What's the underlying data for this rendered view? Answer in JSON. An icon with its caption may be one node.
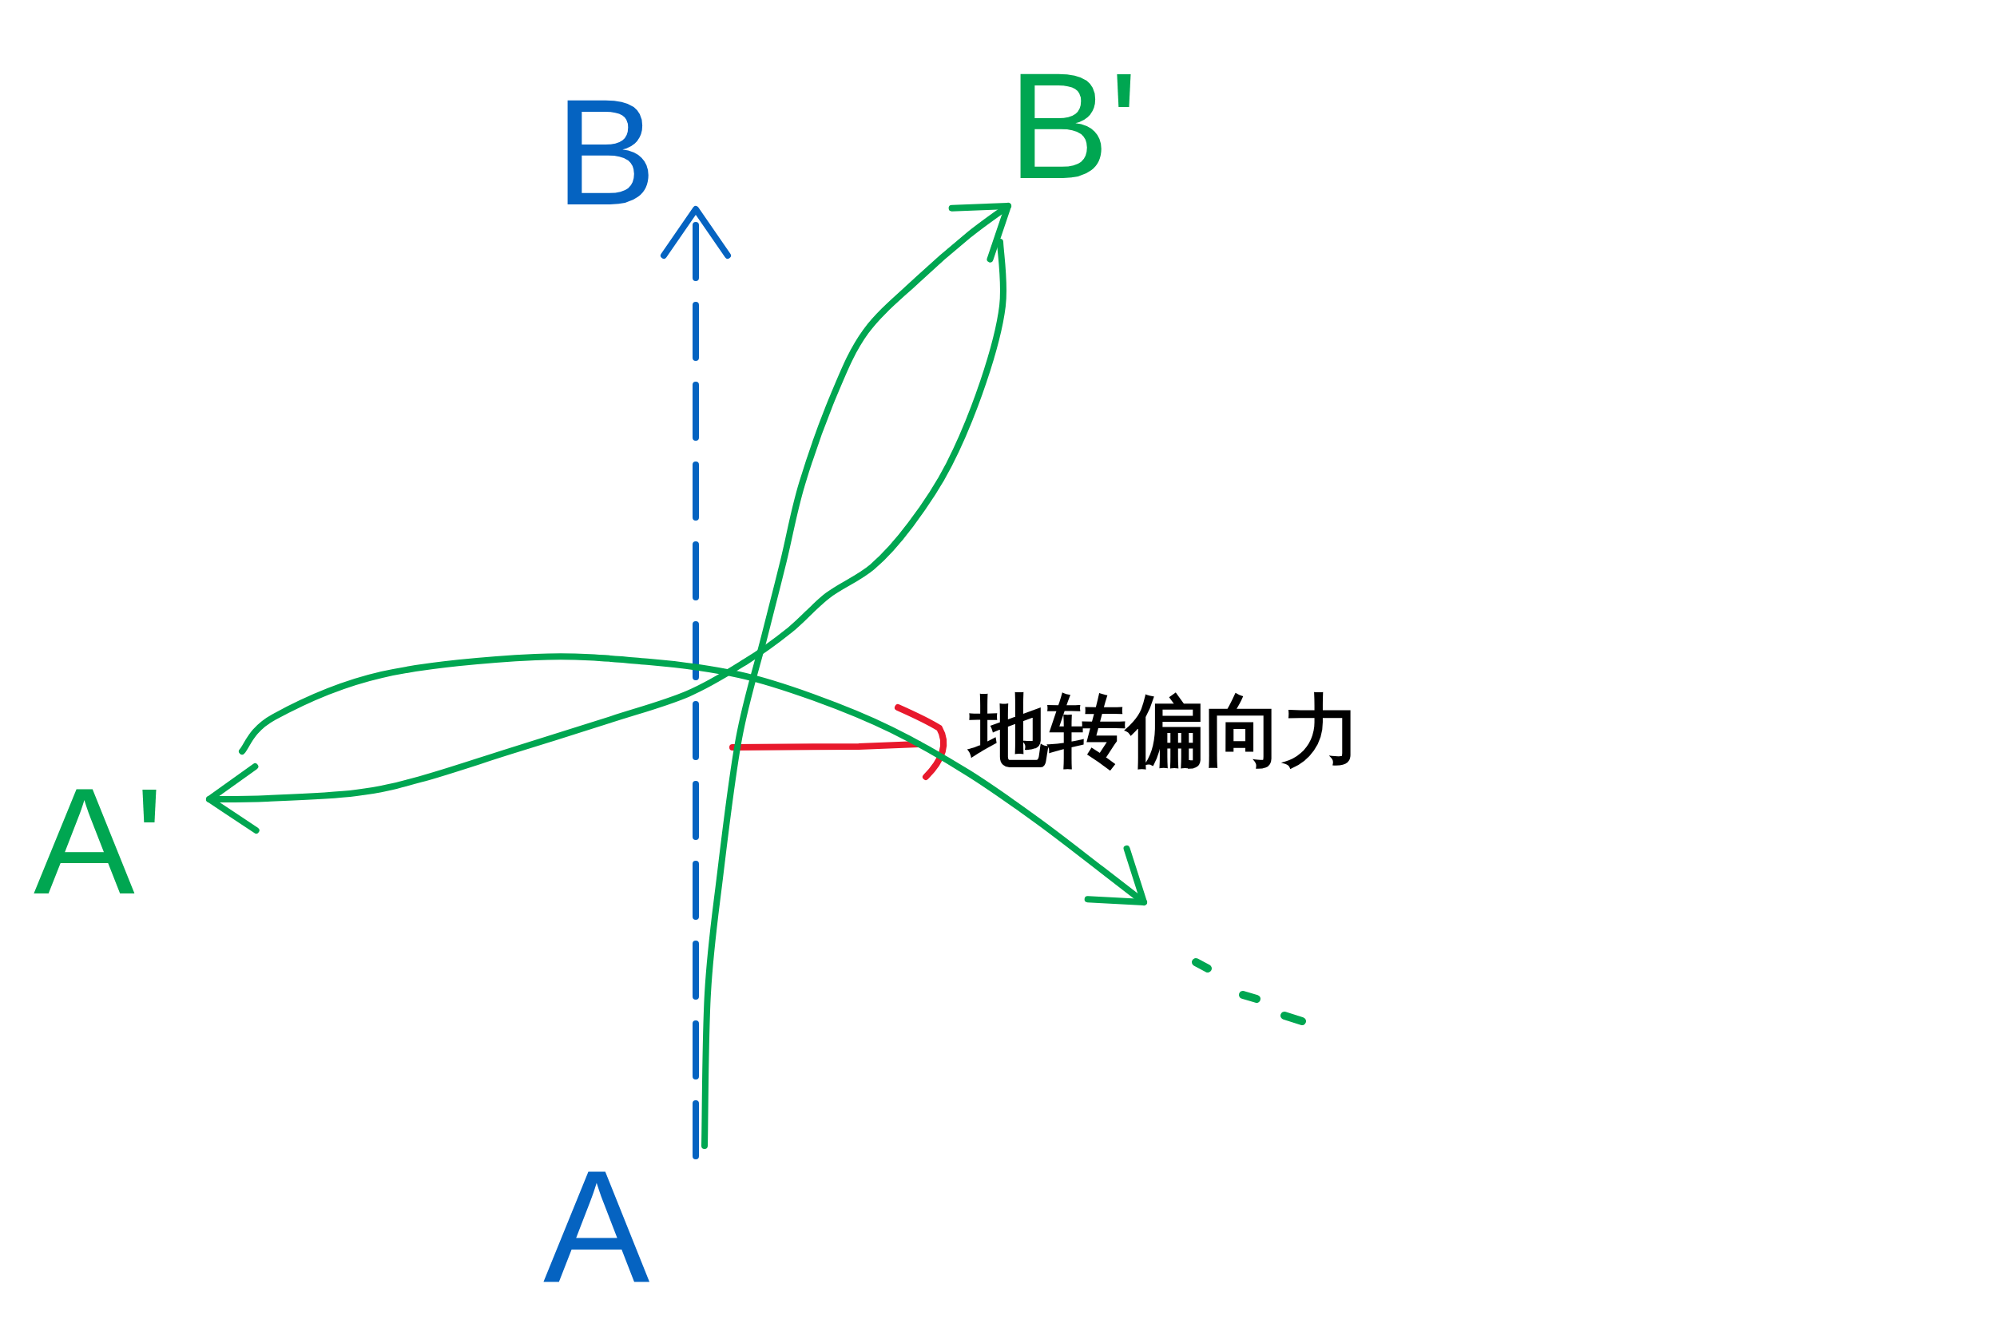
{
  "diagram": {
    "nodes": [
      {
        "text": [
          "B"
        ]
      },
      {
        "text": [
          "B'"
        ]
      },
      {
        "text": [
          "A'"
        ]
      },
      {
        "text": [
          "A"
        ]
      }
    ],
    "edges": [
      {
        "from": 3,
        "to": 0,
        "arrow": "to",
        "style": "dashed",
        "color": "#0563c1"
      },
      {
        "from": 3,
        "to": 1,
        "arrow": "to"
      },
      {
        "from": 1,
        "to": 2,
        "arrow": "to"
      },
      {
        "from": 2,
        "to": null,
        "arrow": "to"
      }
    ],
    "labels": [
      "地转偏向力"
    ]
  }
}
